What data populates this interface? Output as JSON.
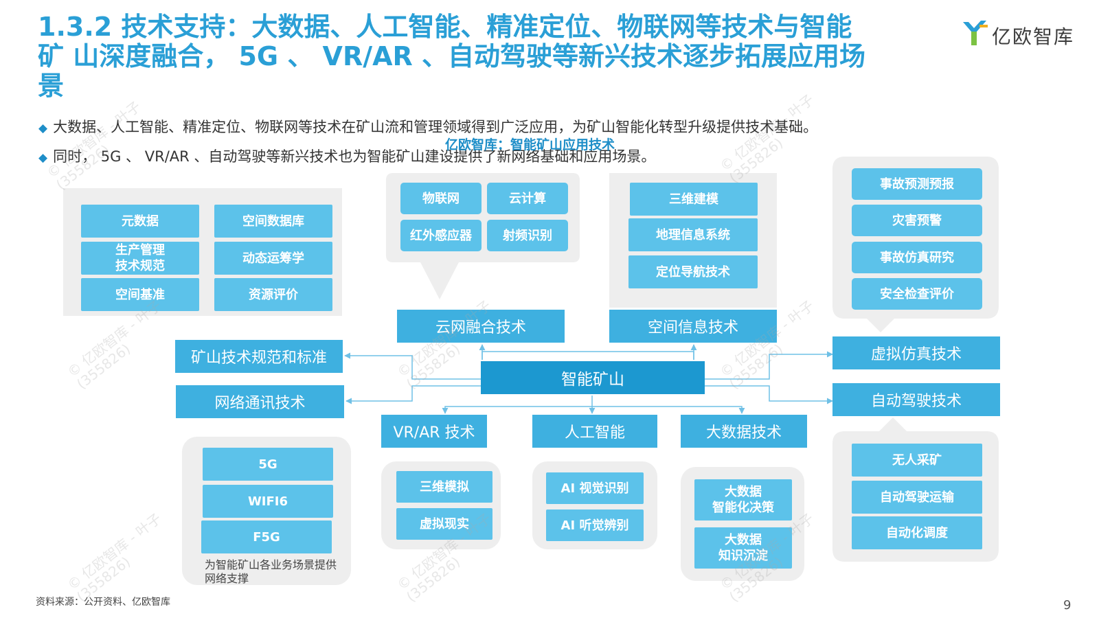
{
  "header": {
    "title_line1": "1.3.2 技术支持：大数据、人工智能、精准定位、物联网等技术与智能",
    "title_line2": "矿 山深度融合， 5G 、 VR/AR 、自动驾驶等新兴技术逐步拓展应用场",
    "title_line3": "景",
    "logo_text": "亿欧智库"
  },
  "bullets": [
    "大数据、人工智能、精准定位、物联网等技术在矿山流和管理领域得到广泛应用，为矿山智能化转型升级提供技术基础。",
    "同时， 5G 、 VR/AR 、自动驾驶等新兴技术也为智能矿山建设提供了新网络基础和应用场景。"
  ],
  "diagram_title": "亿欧智库：智能矿山应用技术",
  "center": "智能矿山",
  "nodes": {
    "cloud_network": "云网融合技术",
    "spatial_info": "空间信息技术",
    "standards": "矿山技术规范和标准",
    "network_comm": "网络通讯技术",
    "virtual_sim": "虚拟仿真技术",
    "autonomous": "自动驾驶技术",
    "vrar": "VR/AR 技术",
    "ai": "人工智能",
    "bigdata": "大数据技术"
  },
  "details": {
    "standards": [
      "元数据",
      "空间数据库",
      "生产管理\n技术规范",
      "动态运筹学",
      "空间基准",
      "资源评价"
    ],
    "cloud_network": [
      "物联网",
      "云计算",
      "红外感应器",
      "射频识别"
    ],
    "spatial_info": [
      "三维建模",
      "地理信息系统",
      "定位导航技术"
    ],
    "virtual_sim": [
      "事故预测预报",
      "灾害预警",
      "事故仿真研究",
      "安全检查评价"
    ],
    "network_comm": [
      "5G",
      "WIFI6",
      "F5G"
    ],
    "network_comm_caption": "为智能矿山各业务场景提供网络支撑",
    "vrar": [
      "三维模拟",
      "虚拟现实"
    ],
    "ai": [
      "AI 视觉识别",
      "AI 听觉辨别"
    ],
    "bigdata": [
      "大数据\n智能化决策",
      "大数据\n知识沉淀"
    ],
    "autonomous": [
      "无人采矿",
      "自动驾驶运输",
      "自动化调度"
    ]
  },
  "footer": {
    "source": "资料来源：公开资料、亿欧智库",
    "page": "9"
  },
  "watermark": {
    "line1": "© 亿欧智库 - 叶子",
    "line2": "(355826)"
  },
  "colors": {
    "title": "#2a9fd6",
    "light_box": "#5cc2ea",
    "mid_box": "#3eb0e0",
    "center_box": "#1c98d0",
    "panel": "#eeeeee",
    "connector": "#6fc0e6"
  }
}
